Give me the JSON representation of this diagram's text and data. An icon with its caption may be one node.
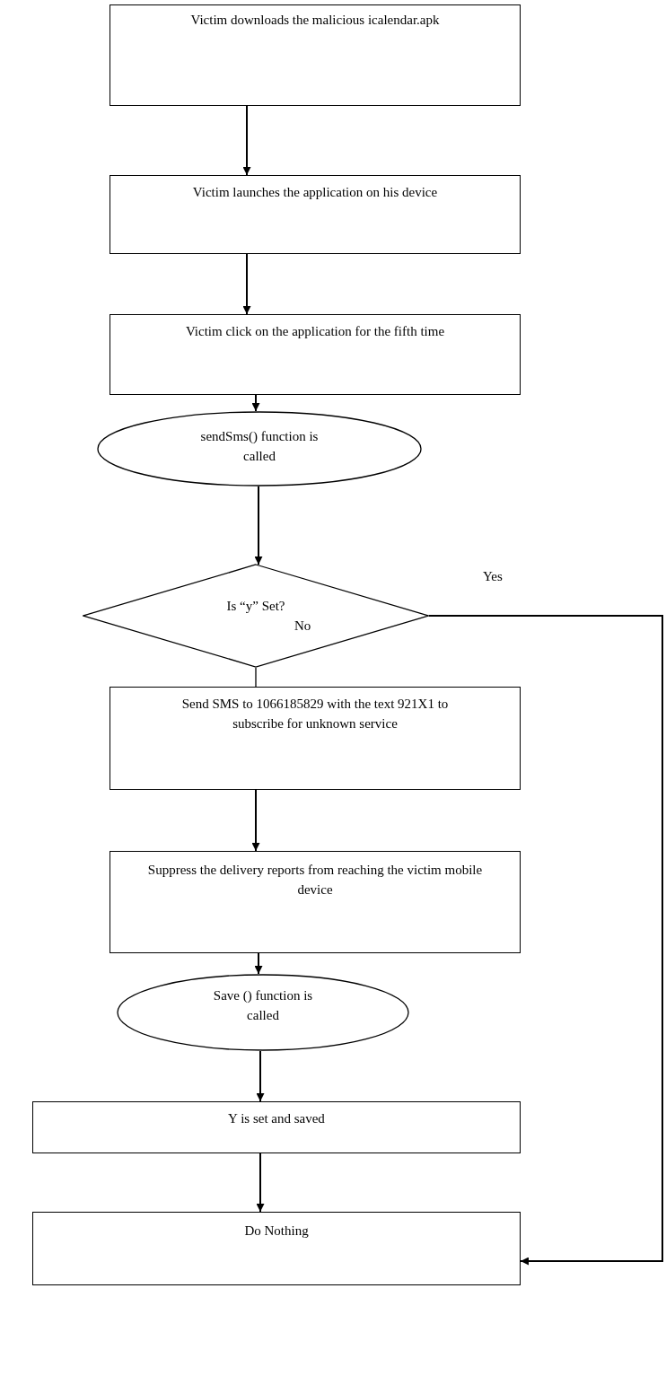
{
  "diagram": {
    "nodes": [
      {
        "text": [
          "Victim downloads the malicious icalendar.apk"
        ]
      },
      {
        "text": [
          "Victim launches the application on his device"
        ]
      },
      {
        "text": [
          "Victim click on the application for the fifth time"
        ]
      },
      {
        "text": [
          "sendSms() function is called"
        ]
      },
      {
        "text": [
          "Is “y” Set?"
        ]
      },
      {
        "text": [
          "Send SMS to 1066185829 with the text 921X1 to subscribe for unknown service"
        ]
      },
      {
        "text": [
          "Suppress the delivery reports from reaching the victim mobile device"
        ]
      },
      {
        "text": [
          "Save () function is called"
        ]
      },
      {
        "text": [
          "Y is set and saved"
        ]
      },
      {
        "text": [
          "Do Nothing"
        ]
      }
    ],
    "edges": [
      {
        "from": 0,
        "to": 1,
        "arrow": "to"
      },
      {
        "from": 1,
        "to": 2,
        "arrow": "to"
      },
      {
        "from": 2,
        "to": 3,
        "arrow": "to"
      },
      {
        "from": 3,
        "to": 4,
        "arrow": "to"
      },
      {
        "from": 4,
        "to": 5,
        "arrow": "none",
        "label": "No"
      },
      {
        "from": 5,
        "to": 6,
        "arrow": "to"
      },
      {
        "from": 6,
        "to": 7,
        "arrow": "to"
      },
      {
        "from": 7,
        "to": 8,
        "arrow": "to"
      },
      {
        "from": 8,
        "to": 9,
        "arrow": "to"
      },
      {
        "from": 4,
        "to": 9,
        "arrow": "to",
        "label": "Yes"
      }
    ]
  }
}
